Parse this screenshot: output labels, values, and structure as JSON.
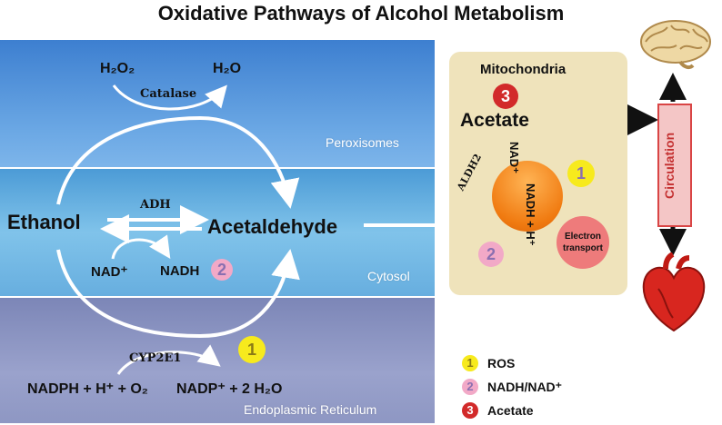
{
  "title": "Oxidative Pathways of Alcohol Metabolism",
  "regions": {
    "peroxisomes": "Peroxisomes",
    "cytosol": "Cytosol",
    "er": "Endoplasmic Reticulum",
    "mitochondria": "Mitochondria"
  },
  "peroxisome": {
    "h2o2": "H₂O₂",
    "h2o": "H₂O",
    "enzyme": "Catalase"
  },
  "cytosol": {
    "ethanol": "Ethanol",
    "acetaldehyde": "Acetaldehyde",
    "enzyme": "ADH",
    "nad": "NAD⁺",
    "nadh": "NADH",
    "badge": "2"
  },
  "er": {
    "enzyme": "CYP2E1",
    "nadph": "NADPH + H⁺ + O₂",
    "nadp": "NADP⁺ + 2 H₂O",
    "badge": "1"
  },
  "mito": {
    "acetate_badge": "3",
    "acetate": "Acetate",
    "enzyme": "ALDH2",
    "nad_plus": "NAD⁺",
    "nadh_h": "NADH + H⁺",
    "badge_ros": "1",
    "badge_nadh": "2",
    "electron_transport": [
      "Electron",
      "transport"
    ]
  },
  "circulation": "Circulation",
  "legend": [
    {
      "num": "1",
      "label": "ROS",
      "color": "#f7ea1d"
    },
    {
      "num": "2",
      "label": "NADH/NAD⁺",
      "color": "#f2a9c7"
    },
    {
      "num": "3",
      "label": "Acetate",
      "color": "#d22a2a"
    }
  ],
  "icons": [
    "brain-icon",
    "heart-icon"
  ]
}
